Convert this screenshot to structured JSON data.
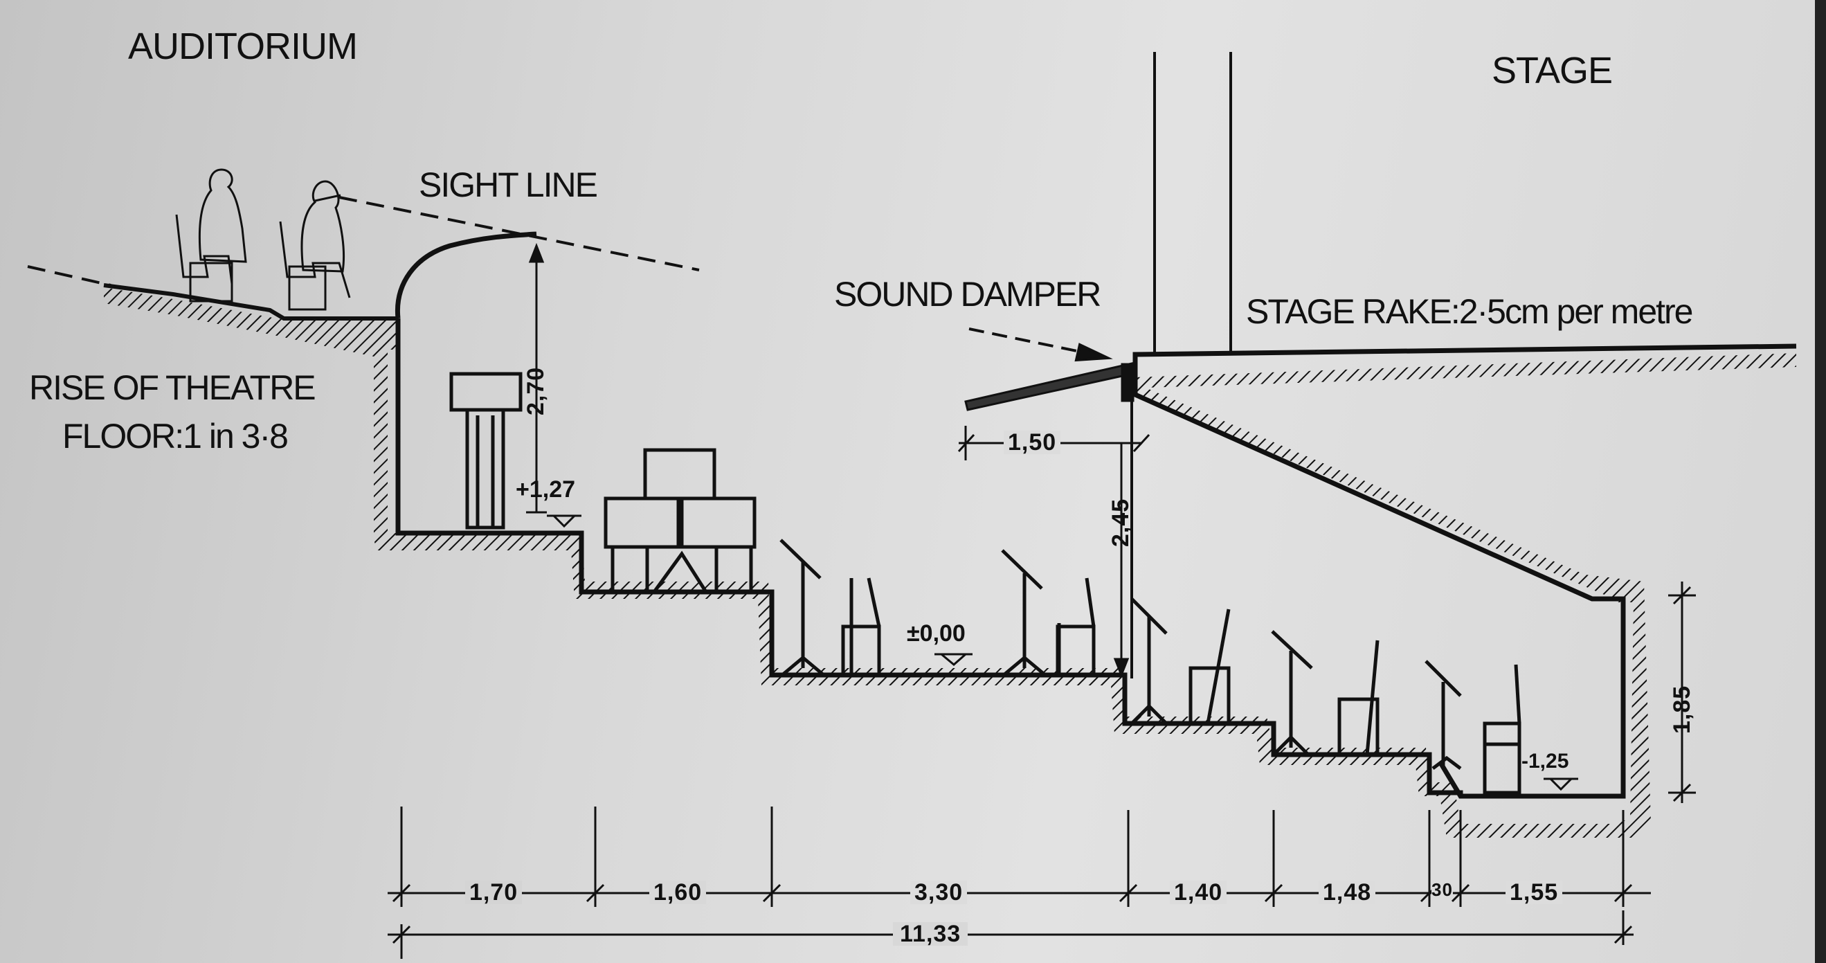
{
  "labels": {
    "auditorium": "AUDITORIUM",
    "stage": "STAGE",
    "sight_line": "SIGHT LINE",
    "sound_damper": "SOUND DAMPER",
    "stage_rake": "STAGE RAKE:2·5cm per metre",
    "rise_line1": "RISE OF THEATRE",
    "rise_line2": "FLOOR:1 in 3·8"
  },
  "levels": {
    "upper": "+1,27",
    "zero": "±0,00",
    "pit": "-1,25"
  },
  "dimensions": {
    "horizontal": [
      "1,70",
      "1,60",
      "3,30",
      "1,40",
      "1,48",
      "30",
      "1,55"
    ],
    "overall": "11,33",
    "damper": "1,50",
    "vertical": {
      "rail_height": "2,70",
      "pit_depth": "2,45",
      "pit_right": "1,85"
    }
  },
  "colors": {
    "ink": "#111111",
    "paper": "#d9d9d9"
  }
}
